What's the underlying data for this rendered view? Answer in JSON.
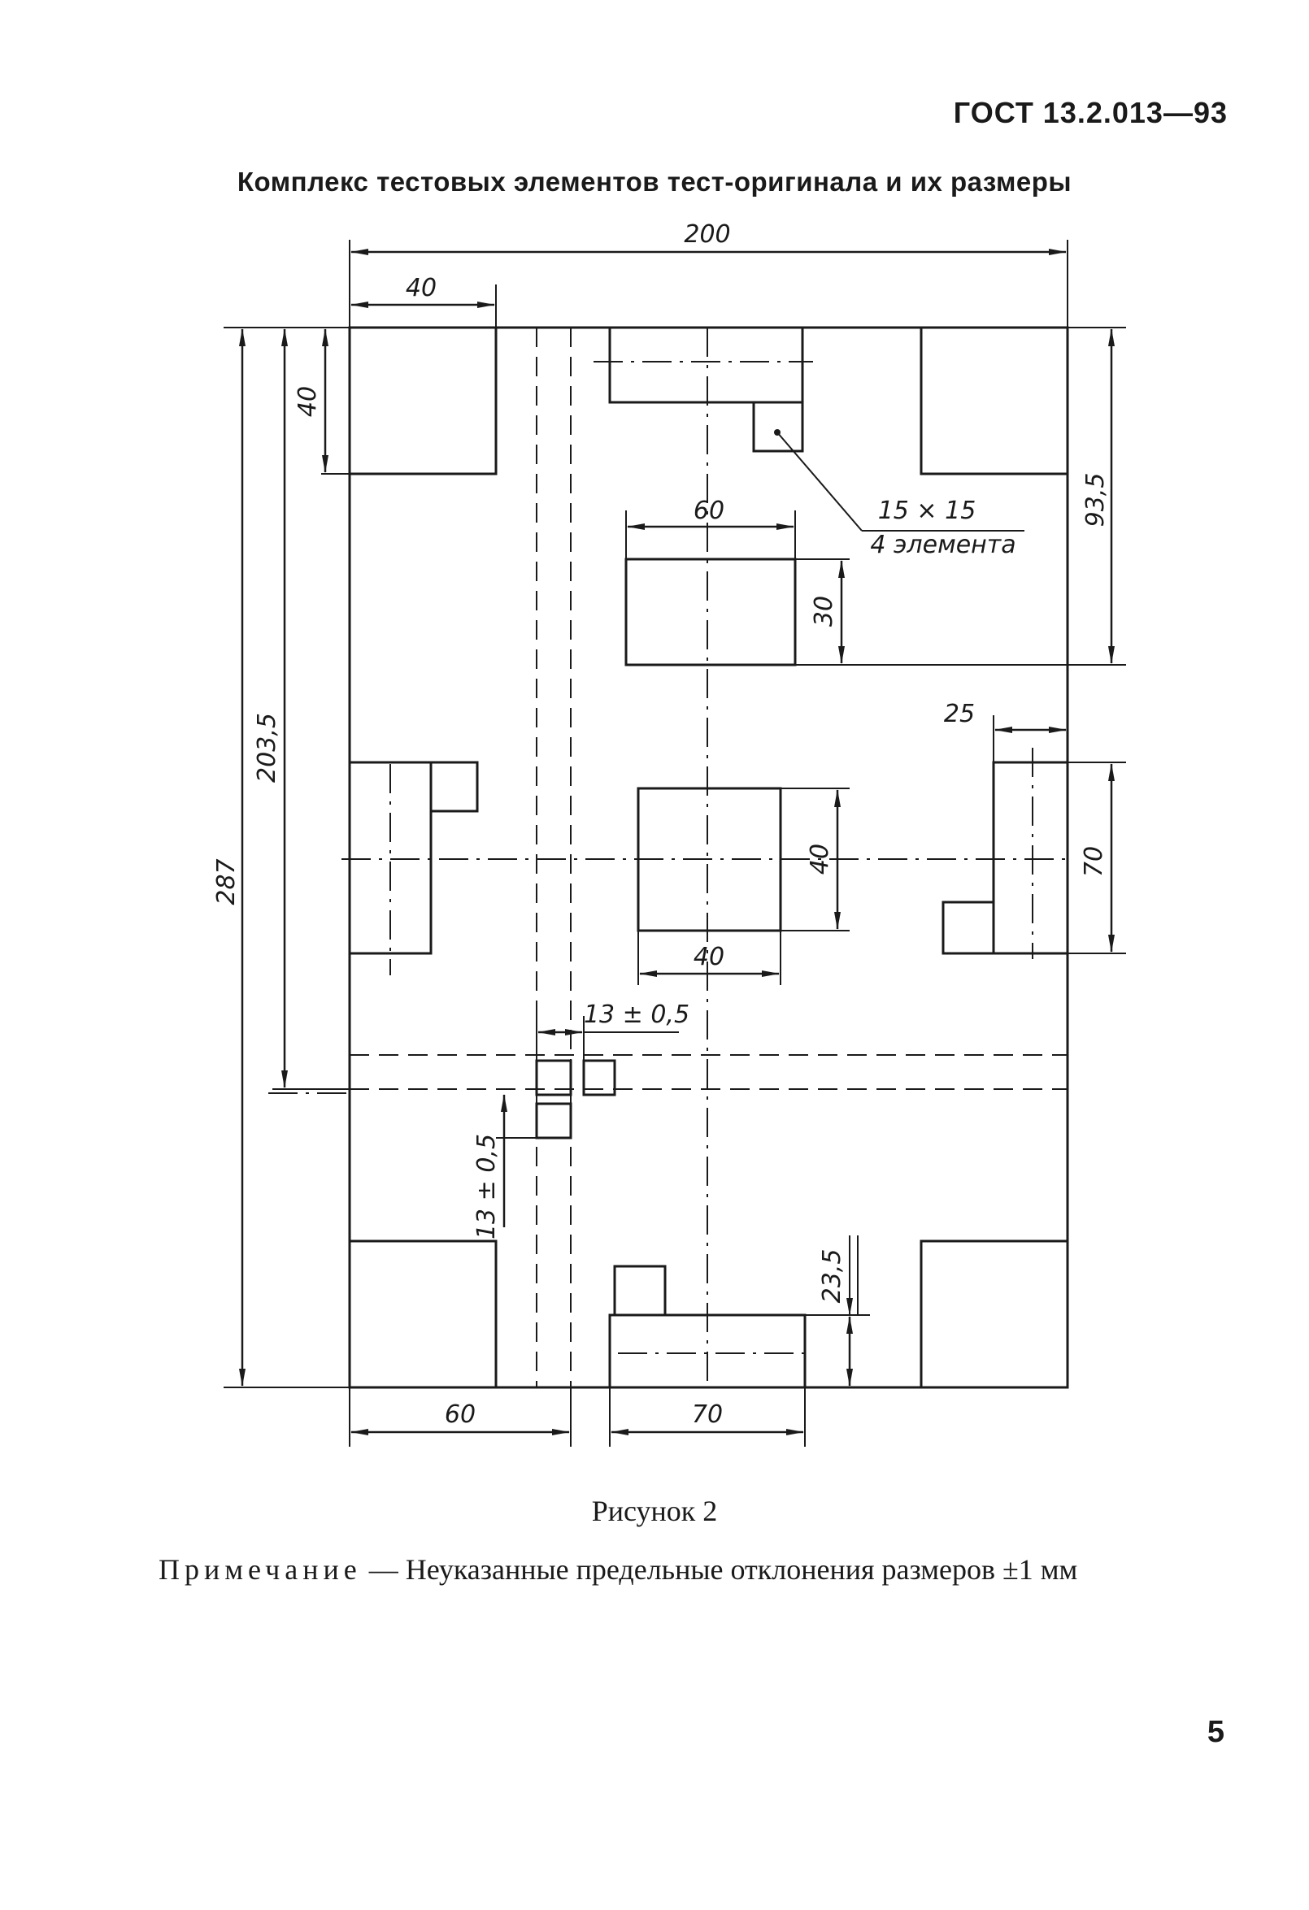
{
  "header": {
    "standard": "ГОСТ 13.2.013—93"
  },
  "title": "Комплекс тестовых элементов тест-оригинала и их размеры",
  "dimensions": {
    "d200": "200",
    "d40_top": "40",
    "d40_left": "40",
    "d60_top": "60",
    "d15x15": "15 × 15",
    "d4elem": "4 элемента",
    "d93_5": "93,5",
    "d30": "30",
    "d203_5": "203,5",
    "d287": "287",
    "d25": "25",
    "d70_right": "70",
    "d40_center_v": "40",
    "d40_center_h": "40",
    "d13_h": "13 ± 0,5",
    "d13_v": "13 ± 0,5",
    "d23_5": "23,5",
    "d60_bottom": "60",
    "d70_bottom": "70"
  },
  "caption": "Рисунок 2",
  "note": {
    "label": "Примечание",
    "dash": " — ",
    "text": "Неуказанные предельные отклонения размеров ±1 мм"
  },
  "page_number": "5"
}
